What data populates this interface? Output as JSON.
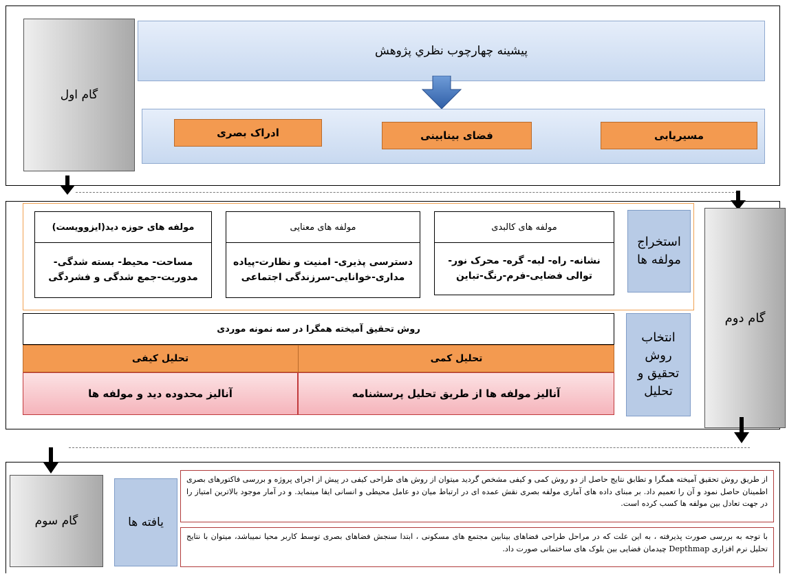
{
  "colors": {
    "orange": "#f39a50",
    "steel_blue": "#b8cbe6",
    "light_blue": "#c8d9f0",
    "pink": "#f5b4bb",
    "red_border": "#b03a3a",
    "orange_outline": "#f0a050"
  },
  "step1": {
    "label": "گام اول",
    "title": "پیشینه  چهارچوب نظري پژوهش",
    "concepts": [
      "مسیریابی",
      "فضای بینابینی",
      "ادراک بصری"
    ]
  },
  "step2": {
    "label": "گام دوم",
    "extract_label": "استخراج مولفه ها",
    "method_label": "انتخاب روش تحقیق و تحلیل",
    "components": [
      {
        "header": "مولفه های کالبدی",
        "body": "نشانه- راه- لبه- گره- محرک نور-توالی فضایی-فرم-رنگ-تباین"
      },
      {
        "header": "مولفه های معنایی",
        "body": "دسترسی پذیری- امنیت و نظارت-پیاده مداری-خوانایی-سرزندگی اجتماعی"
      },
      {
        "header": "مولفه های حوزه دید(ایزوویست)",
        "body": "مساحت- محیط- بسته شدگی- مدوریت-جمع شدگی و فشردگی"
      }
    ],
    "method_title": "روش تحقیق آمیخته همگرا در سه نمونه موردی",
    "analysis_types": [
      "تحلیل کمی",
      "تحلیل کیفی"
    ],
    "analysis_details": [
      "آنالیز مولفه ها از طریق تحلیل پرسشنامه",
      "آنالیز محدوده دید و مولفه ها"
    ]
  },
  "step3": {
    "label": "گام سوم",
    "findings_label": "یافته ها",
    "paragraphs": [
      "از طریق روش تحقیق آمیخته همگرا و تطابق نتایج حاصل از دو روش کمی و کیفی مشخص گردید میتوان از روش های طراحی کیفی در پیش از اجرای پروژه و بررسی فاکتورهای بصری اطمینان حاصل نمود و آن را تعمیم داد. بر مبنای داده های آماری مولفه بصری نقش عمده ای در ارتباط میان دو عامل محیطی و انسانی ایفا مینماید. و در آمار موجود بالاترین امتیاز را در جهت تعادل بین مولفه ها کسب کرده است.",
      "با توجه به بررسی صورت پذیرفته ، به این علت که در مراحل طراحی فضاهای بینابین مجتمع های مسکونی ، ابتدا سنجش فضاهای بصری توسط کاربر محیا نمیباشد، میتوان با نتایج تحلیل نرم افزاری  Depthmap چیدمان فضایی بین بلوک های ساختمانی صورت داد."
    ]
  }
}
